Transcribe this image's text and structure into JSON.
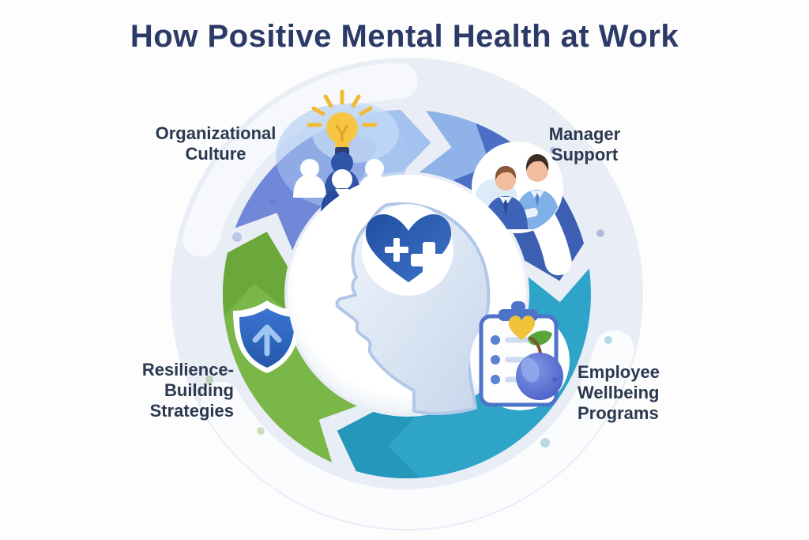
{
  "title": "How Positive Mental Health at Work",
  "colors": {
    "background": "#fdfdfe",
    "halo": "#e8edf6",
    "title_text": "#2b3a66",
    "label_text": "#2b3950",
    "center_circle": "#ffffff",
    "head_outline": "#b1c7e8",
    "heart_blue": "#2a5cb0",
    "heart_symbols": "#ffffff",
    "icons": {
      "bulb_yellow": "#f6c642",
      "tie_orange": "#e8993c",
      "team_navy": "#2f54a8",
      "shield_blue": "#2e6ac6",
      "shield_arrow": "#9ec6f0",
      "clipboard_blue": "#4d74c8",
      "apple_blue": "#5b6fd4",
      "leaf_green": "#57a53b",
      "small_heart_yellow": "#f2c23a"
    }
  },
  "cycle": {
    "direction": "clockwise",
    "segments": [
      {
        "label_lines": [
          "Organizational",
          "Culture"
        ],
        "color": "#7187d7",
        "tip_color": "#a3c2f0",
        "icon": "team-lightbulb-icon"
      },
      {
        "label_lines": [
          "Manager",
          "Support"
        ],
        "color": "#4a6fc5",
        "tip_color": "#3c5fb2",
        "notch_color": "#8fb3e8",
        "icon": "managers-talking-icon"
      },
      {
        "label_lines": [
          "Employee",
          "Wellbeing",
          "Programs"
        ],
        "color": "#2da4c8",
        "tip_color": "#2597ba",
        "icon": "clipboard-apple-icon"
      },
      {
        "label_lines": [
          "Resilience-",
          "Building",
          "Strategies"
        ],
        "color": "#7ab648",
        "tip_color": "#6ba83c",
        "icon": "shield-arrow-icon"
      }
    ],
    "center": {
      "icon": "head-heart-cross-icon"
    }
  }
}
